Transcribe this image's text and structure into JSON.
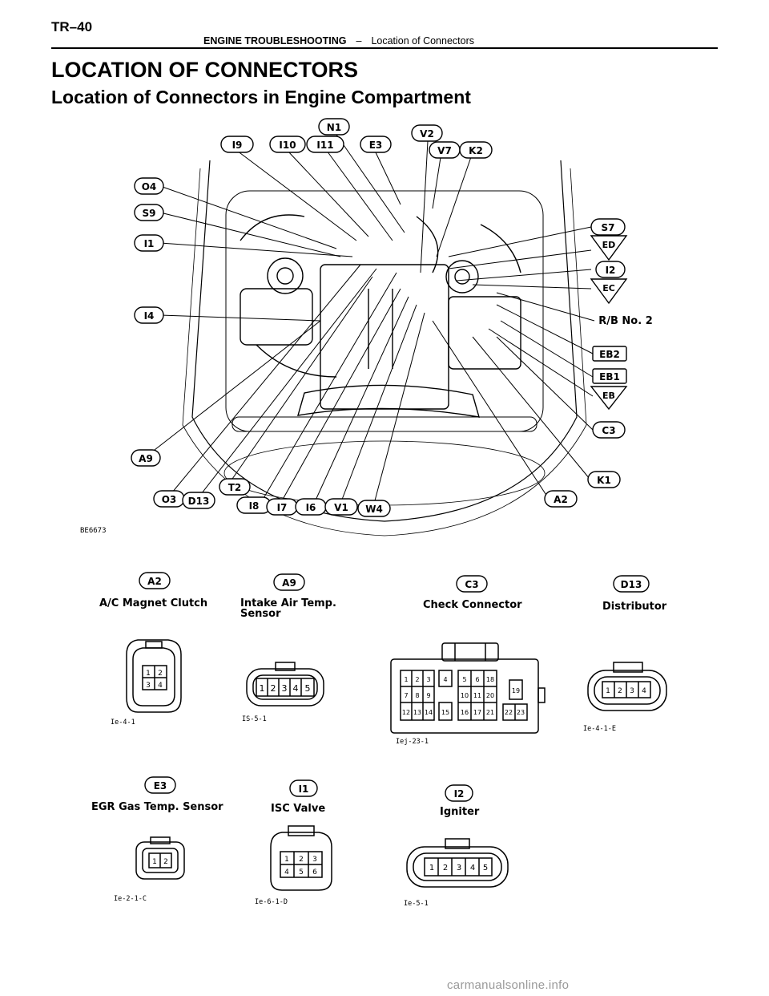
{
  "header": {
    "page_number": "TR–40",
    "section": "ENGINE TROUBLESHOOTING",
    "separator": "–",
    "subsection": "Location of Connectors"
  },
  "title": "LOCATION OF CONNECTORS",
  "subtitle": "Location of Connectors in Engine Compartment",
  "figure_code": "BE6673",
  "callouts": [
    {
      "id": "N1",
      "label": "N1",
      "shape": "pill"
    },
    {
      "id": "V2",
      "label": "V2",
      "shape": "pill"
    },
    {
      "id": "I9",
      "label": "I9",
      "shape": "pill"
    },
    {
      "id": "I10",
      "label": "I10",
      "shape": "pill"
    },
    {
      "id": "I11",
      "label": "I11",
      "shape": "pill"
    },
    {
      "id": "E3",
      "label": "E3",
      "shape": "pill"
    },
    {
      "id": "V7",
      "label": "V7",
      "shape": "pill"
    },
    {
      "id": "K2",
      "label": "K2",
      "shape": "pill"
    },
    {
      "id": "O4",
      "label": "O4",
      "shape": "pill"
    },
    {
      "id": "S9",
      "label": "S9",
      "shape": "pill"
    },
    {
      "id": "I1",
      "label": "I1",
      "shape": "pill"
    },
    {
      "id": "I4",
      "label": "I4",
      "shape": "pill"
    },
    {
      "id": "S7",
      "label": "S7",
      "shape": "pill"
    },
    {
      "id": "ED",
      "label": "ED",
      "shape": "triangle"
    },
    {
      "id": "I2",
      "label": "I2",
      "shape": "pill"
    },
    {
      "id": "EC",
      "label": "EC",
      "shape": "triangle"
    },
    {
      "id": "RB2",
      "label": "R/B No. 2",
      "shape": "text"
    },
    {
      "id": "EB2",
      "label": "EB2",
      "shape": "box"
    },
    {
      "id": "EB1",
      "label": "EB1",
      "shape": "box"
    },
    {
      "id": "EB",
      "label": "EB",
      "shape": "triangle"
    },
    {
      "id": "C3",
      "label": "C3",
      "shape": "pill"
    },
    {
      "id": "K1",
      "label": "K1",
      "shape": "pill"
    },
    {
      "id": "A2",
      "label": "A2",
      "shape": "pill"
    },
    {
      "id": "A9",
      "label": "A9",
      "shape": "pill"
    },
    {
      "id": "T2",
      "label": "T2",
      "shape": "pill"
    },
    {
      "id": "O3",
      "label": "O3",
      "shape": "pill"
    },
    {
      "id": "D13",
      "label": "D13",
      "shape": "pill"
    },
    {
      "id": "I8",
      "label": "I8",
      "shape": "pill"
    },
    {
      "id": "I7",
      "label": "I7",
      "shape": "pill"
    },
    {
      "id": "I6",
      "label": "I6",
      "shape": "pill"
    },
    {
      "id": "V1",
      "label": "V1",
      "shape": "pill"
    },
    {
      "id": "W4",
      "label": "W4",
      "shape": "pill"
    }
  ],
  "connectors": [
    {
      "id": "A2",
      "name": "A/C Magnet Clutch",
      "code": "Ie-4-1",
      "pins": [
        "1",
        "2",
        "3",
        "4"
      ]
    },
    {
      "id": "A9",
      "name": "Intake Air Temp. Sensor",
      "name_line1": "Intake Air Temp.",
      "name_line2": "Sensor",
      "code": "IS-5-1",
      "pins": [
        "1",
        "2",
        "3",
        "4",
        "5"
      ]
    },
    {
      "id": "C3",
      "name": "Check Connector",
      "code": "Iej-23-1",
      "pins": [
        "1",
        "2",
        "3",
        "4",
        "5",
        "6",
        "7",
        "8",
        "9",
        "10",
        "11",
        "12",
        "13",
        "14",
        "15",
        "16",
        "17",
        "18",
        "19",
        "20",
        "21",
        "22",
        "23"
      ]
    },
    {
      "id": "D13",
      "name": "Distributor",
      "code": "Ie-4-1-E",
      "pins": [
        "1",
        "2",
        "3",
        "4"
      ]
    },
    {
      "id": "E3",
      "name": "EGR Gas Temp. Sensor",
      "code": "Ie-2-1-C",
      "pins": [
        "1",
        "2"
      ]
    },
    {
      "id": "I1",
      "name": "ISC Valve",
      "code": "Ie-6-1-D",
      "pins": [
        "1",
        "2",
        "3",
        "4",
        "5",
        "6"
      ]
    },
    {
      "id": "I2",
      "name": "Igniter",
      "code": "Ie-5-1",
      "pins": [
        "1",
        "2",
        "3",
        "4",
        "5"
      ]
    }
  ],
  "footer": "carmanualsonline.info"
}
